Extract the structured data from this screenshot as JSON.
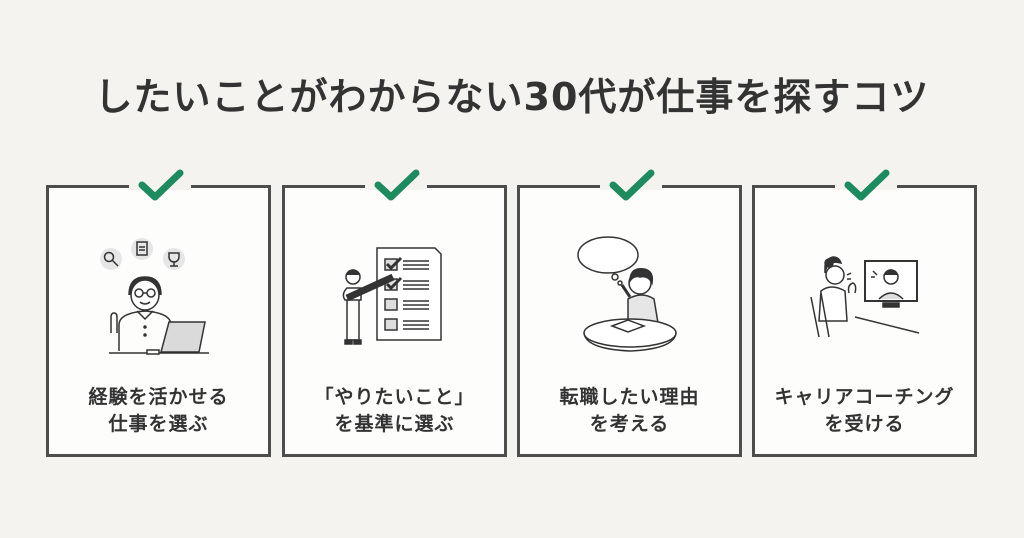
{
  "title": "したいことがわからない30代が仕事を探すコツ",
  "colors": {
    "background": "#f4f3f0",
    "card_background": "#fdfdfc",
    "card_border": "#4d4d4d",
    "check": "#1f8a5e",
    "text": "#333333"
  },
  "cards": [
    {
      "icon": "check-icon",
      "illustration": "man-at-laptop-with-search-document-trophy-icons",
      "label_lines": [
        "経験を活かせる",
        "仕事を選ぶ"
      ]
    },
    {
      "icon": "check-icon",
      "illustration": "person-with-pencil-checking-checklist",
      "label_lines": [
        "「やりたいこと」",
        "を基準に選ぶ"
      ]
    },
    {
      "icon": "check-icon",
      "illustration": "person-thinking-with-thought-bubble-at-table",
      "label_lines": [
        "転職したい理由",
        "を考える"
      ]
    },
    {
      "icon": "check-icon",
      "illustration": "woman-in-video-call-with-coach",
      "label_lines": [
        "キャリアコーチング",
        "を受ける"
      ]
    }
  ]
}
